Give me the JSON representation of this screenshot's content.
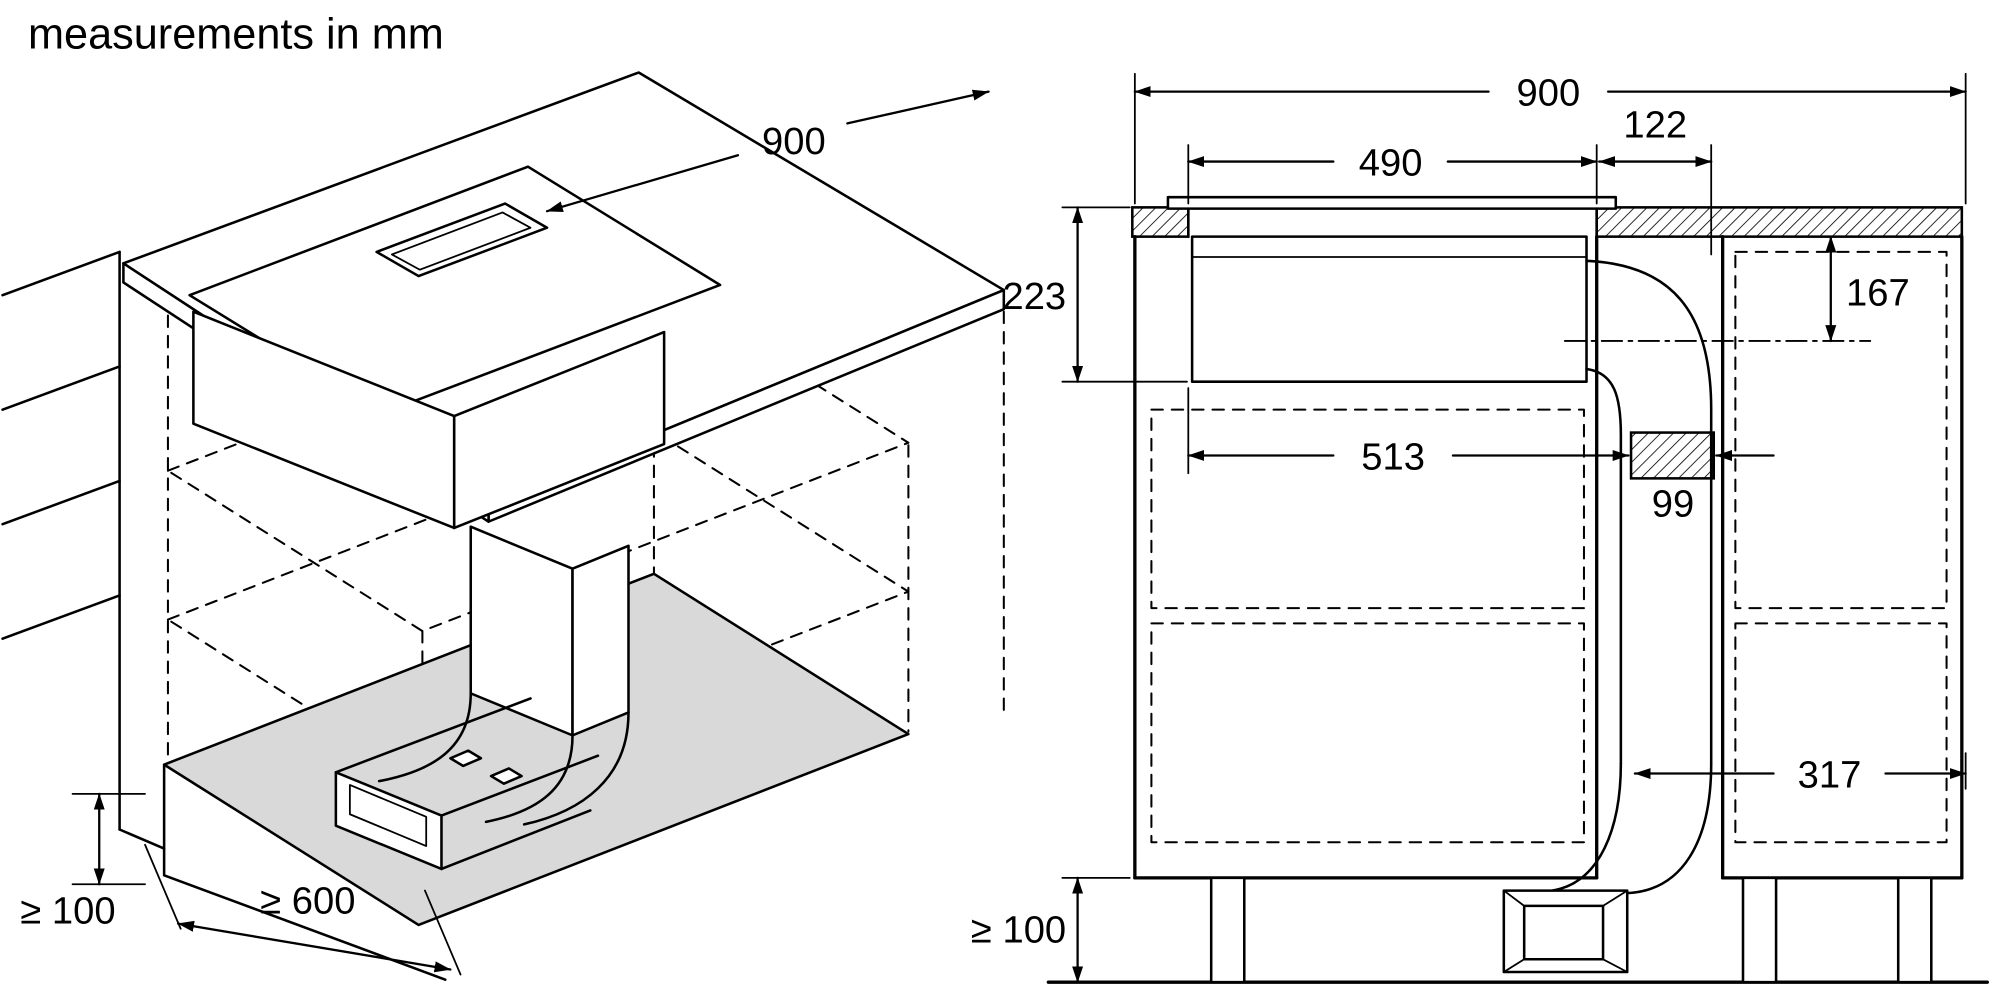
{
  "title": "measurements in mm",
  "colors": {
    "line": "#000000",
    "shade": "#d9d9d9",
    "background": "#ffffff"
  },
  "iso_view": {
    "dim_width": "900",
    "dim_plinth_height": "≥ 100",
    "dim_cabinet_width": "≥ 600"
  },
  "section_view": {
    "dim_total_width": "900",
    "dim_cutout_width": "490",
    "dim_duct_offset": "122",
    "dim_installation_depth": "223",
    "dim_duct_axis_depth": "167",
    "dim_appliance_width": "513",
    "dim_duct_width": "99",
    "dim_side_clearance": "317",
    "dim_plinth_height": "≥ 100"
  }
}
